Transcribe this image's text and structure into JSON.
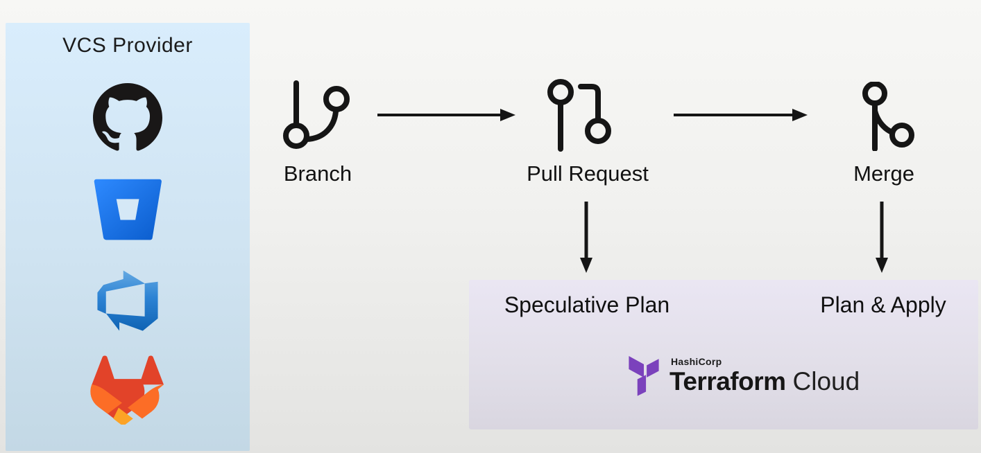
{
  "vcs_panel": {
    "title": "VCS Provider",
    "providers": [
      {
        "name": "GitHub",
        "icon": "github-icon"
      },
      {
        "name": "Bitbucket",
        "icon": "bitbucket-icon"
      },
      {
        "name": "Azure DevOps",
        "icon": "azure-devops-icon"
      },
      {
        "name": "GitLab",
        "icon": "gitlab-icon"
      }
    ]
  },
  "workflow": {
    "steps": [
      {
        "label": "Branch",
        "icon": "git-branch-icon"
      },
      {
        "label": "Pull Request",
        "icon": "git-pull-request-icon"
      },
      {
        "label": "Merge",
        "icon": "git-merge-icon"
      }
    ]
  },
  "terraform_cloud_box": {
    "outputs": [
      {
        "label": "Speculative Plan"
      },
      {
        "label": "Plan & Apply"
      }
    ],
    "brand": {
      "company": "HashiCorp",
      "product": "Terraform",
      "edition": "Cloud"
    }
  },
  "colors": {
    "panel_blue_top": "#d9edfc",
    "panel_blue_bottom": "#c3d8e5",
    "box_purple_top": "#eae6f3",
    "box_purple_bottom": "#d9d6e0",
    "terraform_purple": "#7b42bc",
    "bitbucket_blue": "#2684ff",
    "azure_blue": "#1474c4",
    "gitlab_orange": "#fc6d26",
    "line_black": "#151515"
  }
}
